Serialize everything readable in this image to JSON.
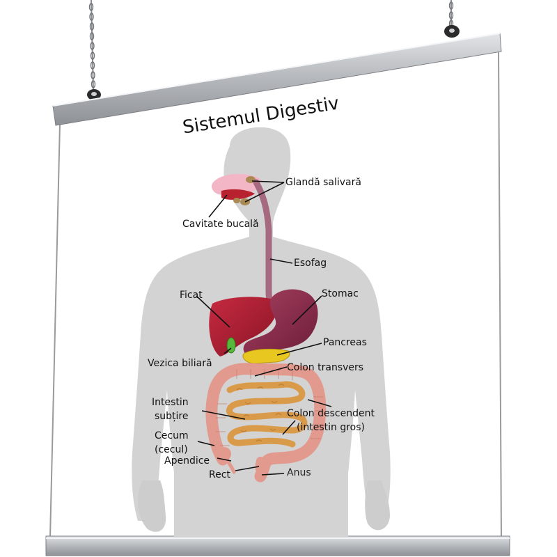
{
  "poster": {
    "title": "Sistemul Digestiv",
    "labels": {
      "glanda_salivara": "Glandă salivară",
      "cavitate_bucala": "Cavitate bucală",
      "esofag": "Esofag",
      "ficat": "Ficat",
      "stomac": "Stomac",
      "pancreas": "Pancreas",
      "vezica_biliara": "Vezica biliară",
      "colon_transvers": "Colon transvers",
      "intestin_line1": "Intestin",
      "intestin_line2": "subțire",
      "colon_descendent_line1": "Colon descendent",
      "colon_descendent_line2": "(intestin gros)",
      "cecum_line1": "Cecum",
      "cecum_line2": "(cecul)",
      "apendice": "Apendice",
      "rect": "Rect",
      "anus": "Anus"
    }
  },
  "colors": {
    "body_silhouette": "#d3d3d3",
    "liver": "#b01e34",
    "stomach": "#8e2b4e",
    "esophagus": "#a56a80",
    "gallbladder": "#58b83b",
    "pancreas": "#e8c820",
    "small_intestine": "#d99a4a",
    "large_intestine": "#e39a8e",
    "rail": "#b9bcc0"
  }
}
